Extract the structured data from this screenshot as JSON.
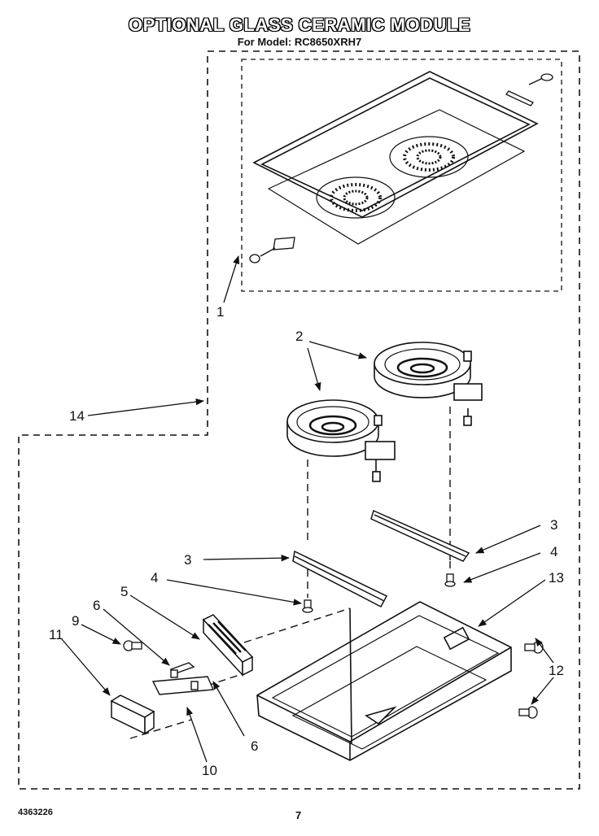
{
  "title": "OPTIONAL GLASS CERAMIC MODULE",
  "subtitle": "For Model: RC8650XRH7",
  "footer_code": "4363226",
  "page_number": "7",
  "callouts": {
    "c1": "1",
    "c2": "2",
    "c3a": "3",
    "c3b": "3",
    "c4a": "4",
    "c4b": "4",
    "c5": "5",
    "c6a": "6",
    "c6b": "6",
    "c9": "9",
    "c10": "10",
    "c11": "11",
    "c12": "12",
    "c13": "13",
    "c14": "14"
  }
}
